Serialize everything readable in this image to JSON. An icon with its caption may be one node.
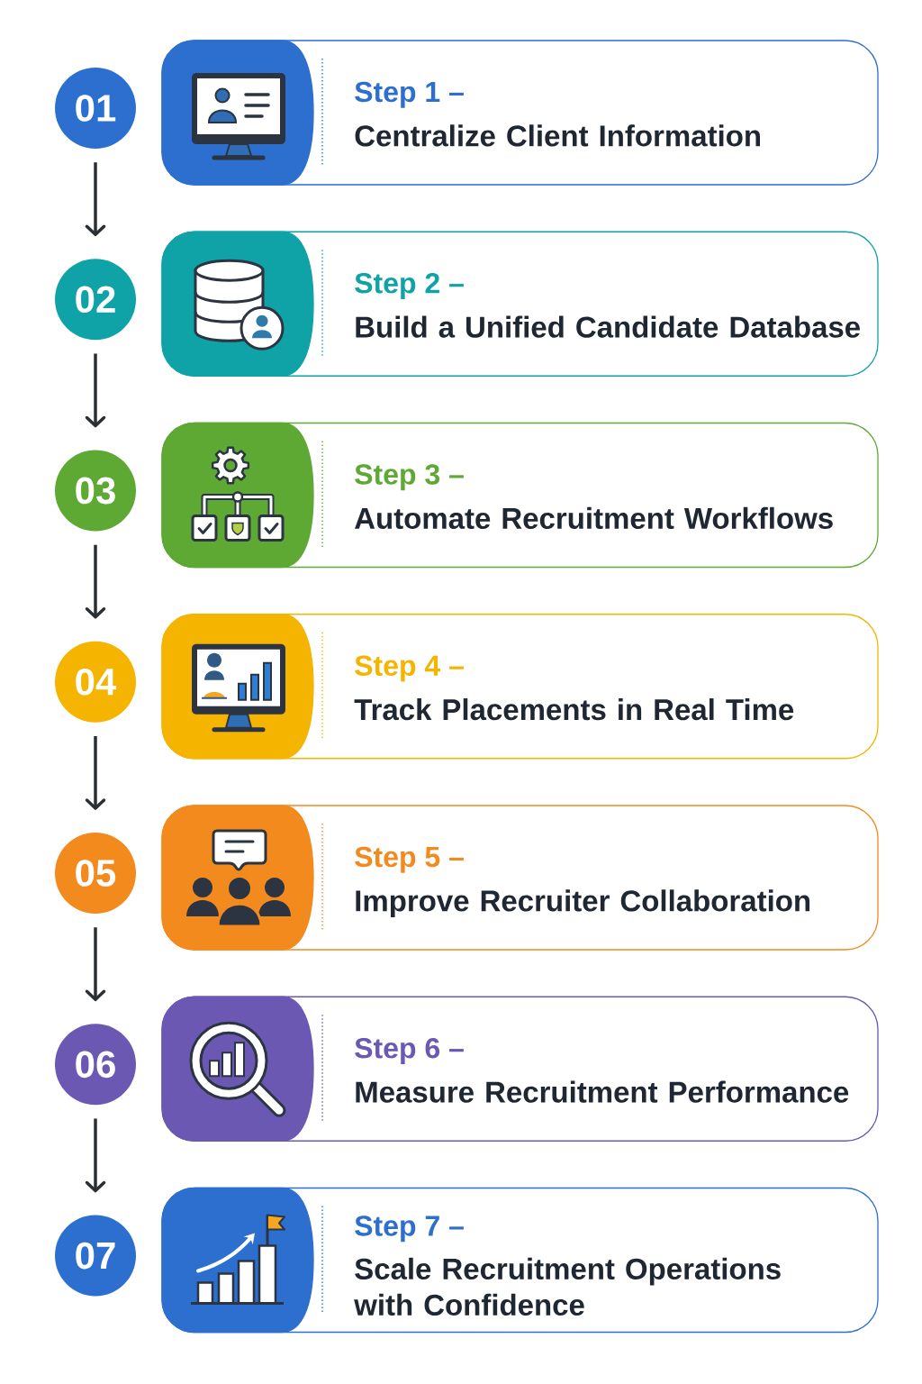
{
  "diagram": {
    "nodes": [
      {
        "text": [
          "01"
        ]
      },
      {
        "text": [
          "Step 1 –",
          "Centralize Client Information"
        ]
      },
      {
        "text": [
          "02"
        ]
      },
      {
        "text": [
          "Step 2 –",
          "Build a Unified Candidate Database"
        ]
      },
      {
        "text": [
          "03"
        ]
      },
      {
        "text": [
          "Step 3 –",
          "Automate Recruitment Workflows"
        ]
      },
      {
        "text": [
          "04"
        ]
      },
      {
        "text": [
          "Step 4 –",
          "Track Placements in Real Time"
        ]
      },
      {
        "text": [
          "05"
        ]
      },
      {
        "text": [
          "Step 5 –",
          "Improve Recruiter Collaboration"
        ]
      },
      {
        "text": [
          "06"
        ]
      },
      {
        "text": [
          "Step 6 –",
          "Measure Recruitment Performance"
        ]
      },
      {
        "text": [
          "07"
        ]
      },
      {
        "text": [
          "Step 7 –",
          "Scale Recruitment Operations with Confidence"
        ]
      }
    ],
    "edges": [
      {
        "from": 0,
        "to": 2,
        "arrow": "to"
      },
      {
        "from": 2,
        "to": 4,
        "arrow": "to"
      },
      {
        "from": 4,
        "to": 6,
        "arrow": "to"
      },
      {
        "from": 6,
        "to": 8,
        "arrow": "to"
      },
      {
        "from": 8,
        "to": 10,
        "arrow": "to"
      },
      {
        "from": 10,
        "to": 12,
        "arrow": "to"
      }
    ]
  }
}
